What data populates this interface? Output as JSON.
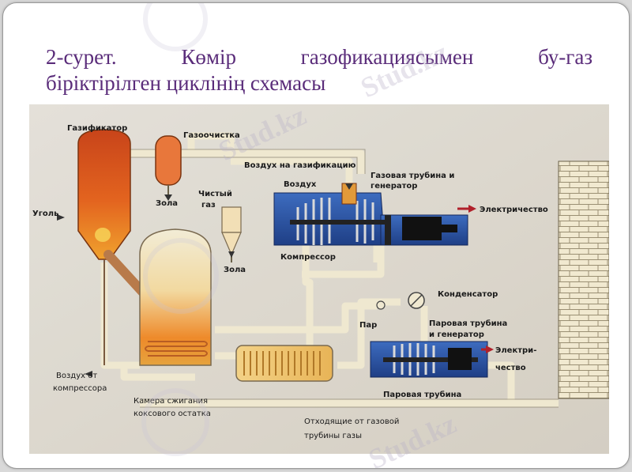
{
  "title": {
    "line1_words": [
      "2-сурет.",
      "Көмір",
      "газофикациясымен",
      "бу-газ"
    ],
    "line2": "біріктірілген циклінің схемасы"
  },
  "diagram": {
    "labels": {
      "gasifier": "Газификатор",
      "gas_cleaning": "Газоочистка",
      "air_to_gasification": "Воздух на газификацию",
      "gas_turbine_generator_1": "Газовая трубина и",
      "gas_turbine_generator_2": "генератор",
      "air": "Воздух",
      "coal": "Уголь",
      "ash_1": "Зола",
      "clean_gas_1": "Чистый",
      "clean_gas_2": "газ",
      "ash_2": "Зола",
      "electricity_1": "Электричество",
      "compressor": "Компрессор",
      "condenser": "Конденсатор",
      "steam": "Пар",
      "steam_turbine_generator_1": "Паровая трубина",
      "steam_turbine_generator_2": "и генератор",
      "electricity_2a": "Электри-",
      "electricity_2b": "чество",
      "air_from_compressor_1": "Воздух от",
      "air_from_compressor_2": "компрессора",
      "steam_turbine": "Паровая трубина",
      "combustion_chamber_1": "Камера сжигания",
      "combustion_chamber_2": "коксового остатка",
      "exhaust_1": "Отходящие от газовой",
      "exhaust_2": "трубины газы"
    },
    "watermark": "Stud.kz"
  }
}
